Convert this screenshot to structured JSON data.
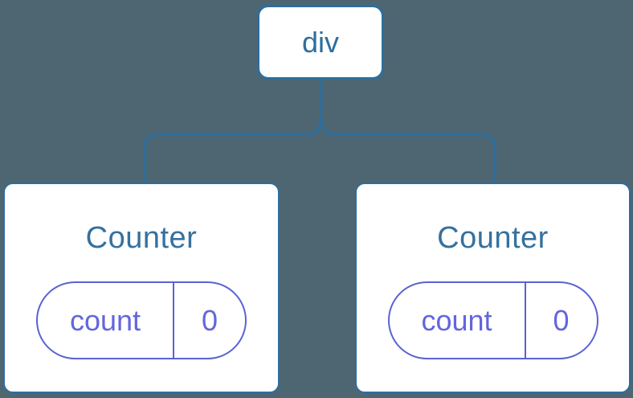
{
  "colors": {
    "background": "#4D6672",
    "node_border_blue": "#2D6E9E",
    "title_blue": "#35719F",
    "state_purple_border": "#5B62D2",
    "state_purple_text": "#6366DB",
    "node_background": "#FFFFFF"
  },
  "diagram": {
    "root": {
      "label": "div"
    },
    "children": [
      {
        "title": "Counter",
        "state": {
          "name": "count",
          "value": "0"
        }
      },
      {
        "title": "Counter",
        "state": {
          "name": "count",
          "value": "0"
        }
      }
    ]
  }
}
